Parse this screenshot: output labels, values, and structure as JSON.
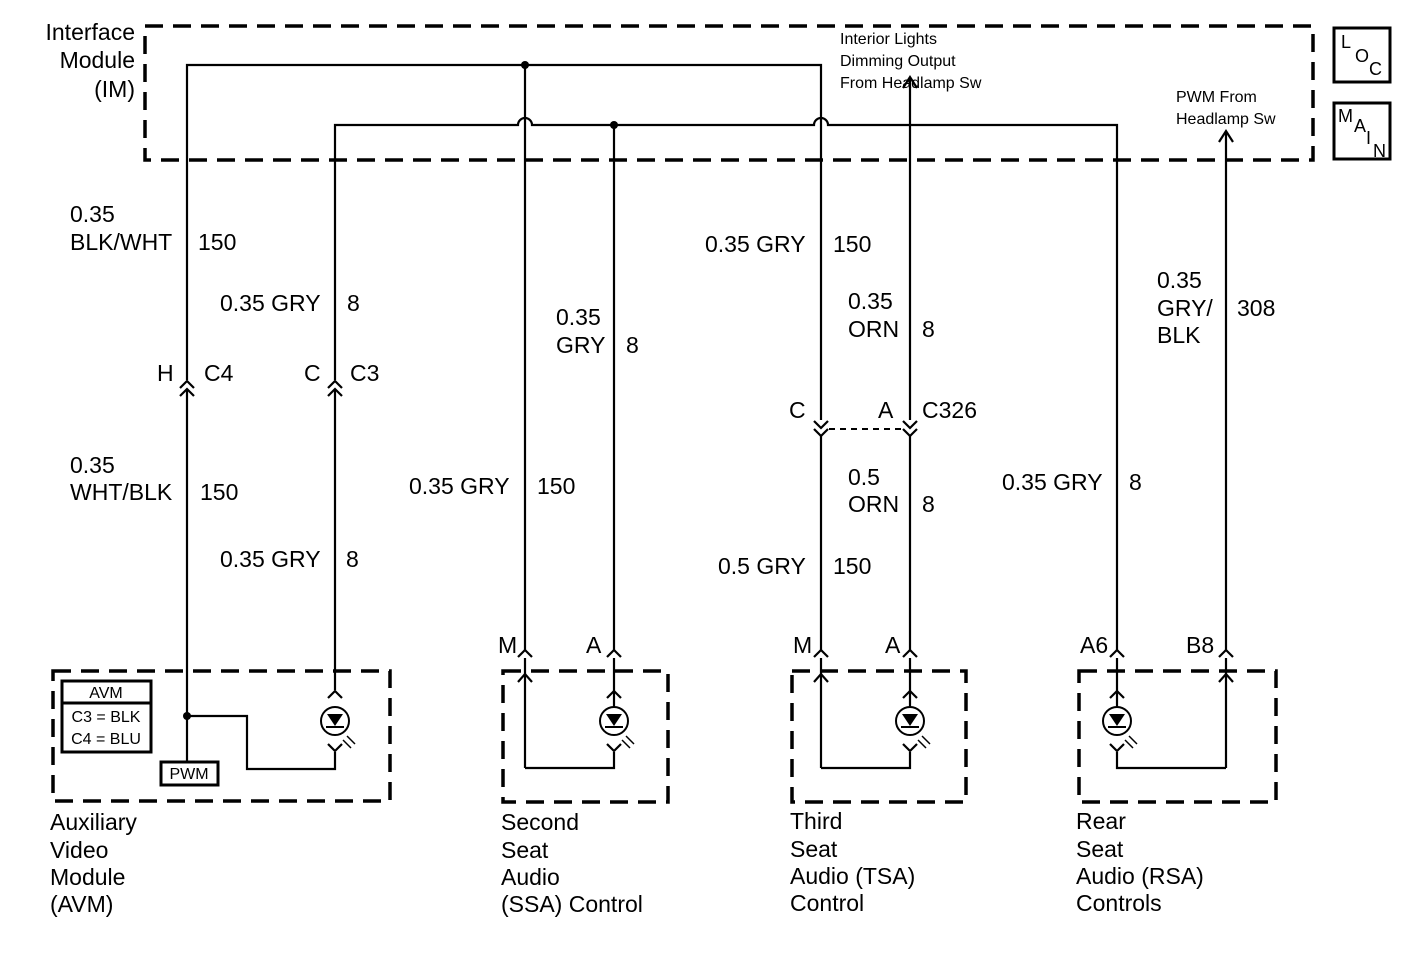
{
  "im": {
    "line1": "Interface",
    "line2": "Module",
    "line3": "(IM)"
  },
  "loc_icon": {
    "l": "L",
    "o": "O",
    "c": "C"
  },
  "main_icon": {
    "m": "M",
    "a": "A",
    "i": "I",
    "n": "N"
  },
  "interior_lights": {
    "line1": "Interior Lights",
    "line2": "Dimming Output",
    "line3": "From Headlamp Sw"
  },
  "pwm_from": {
    "line1": "PWM From",
    "line2": "Headlamp Sw"
  },
  "wires": {
    "w1_size": "0.35",
    "w1_color": "BLK/WHT",
    "w1_circuit": "150",
    "w2": "0.35 GRY",
    "w2_circuit": "8",
    "w3_size": "0.35",
    "w3_color": "GRY",
    "w3_circuit": "8",
    "w4": "0.35 GRY",
    "w4_circuit": "150",
    "w5_size": "0.35",
    "w5_color": "ORN",
    "w5_circuit": "8",
    "w6_size": "0.35",
    "w6_color1": "GRY/",
    "w6_color2": "BLK",
    "w6_circuit": "308",
    "w7_size": "0.35",
    "w7_color": "WHT/BLK",
    "w7_circuit": "150",
    "w8": "0.35 GRY",
    "w8_circuit": "8",
    "w9": "0.35 GRY",
    "w9_circuit": "150",
    "w10_size": "0.5",
    "w10_color": "ORN",
    "w10_circuit": "8",
    "w11": "0.5 GRY",
    "w11_circuit": "150",
    "w12": "0.35 GRY",
    "w12_circuit": "8"
  },
  "connectors": {
    "c4_pin": "H",
    "c4": "C4",
    "c3_pin": "C",
    "c3": "C3",
    "c326_pin_c": "C",
    "c326_pin_a": "A",
    "c326": "C326",
    "ssa_m": "M",
    "ssa_a": "A",
    "tsa_m": "M",
    "tsa_a": "A",
    "rsa_a6": "A6",
    "rsa_b8": "B8"
  },
  "avm_box": {
    "title": "AVM",
    "line1": "C3 = BLK",
    "line2": "C4 = BLU",
    "pwm": "PWM"
  },
  "modules": {
    "avm": [
      "Auxiliary",
      "Video",
      "Module",
      "(AVM)"
    ],
    "ssa": [
      "Second",
      "Seat",
      "Audio",
      "(SSA) Control"
    ],
    "tsa": [
      "Third",
      "Seat",
      "Audio (TSA)",
      "Control"
    ],
    "rsa": [
      "Rear",
      "Seat",
      "Audio (RSA)",
      "Controls"
    ]
  }
}
